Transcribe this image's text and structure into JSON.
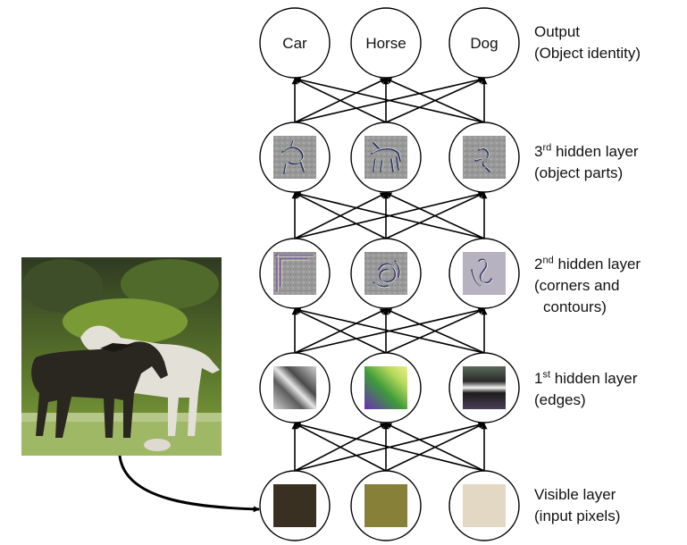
{
  "output_nodes": [
    "Car",
    "Horse",
    "Dog"
  ],
  "labels": {
    "output": {
      "line1": "Output",
      "line2": "(Object identity)"
    },
    "hidden3": {
      "ordinal": "3",
      "sup": "rd",
      "rest": " hidden layer",
      "line2": "(object parts)"
    },
    "hidden2": {
      "ordinal": "2",
      "sup": "nd",
      "rest": " hidden layer",
      "line2": "(corners and",
      "line3": "contours)"
    },
    "hidden1": {
      "ordinal": "1",
      "sup": "st",
      "rest": " hidden layer",
      "line2": "(edges)"
    },
    "visible": {
      "line1": "Visible layer",
      "line2": "(input pixels)"
    }
  },
  "pixel_colors": [
    "#3a3022",
    "#868038",
    "#e2d8c4"
  ],
  "icons": {
    "hidden3": [
      "horse-part-feature-icon",
      "horse-body-feature-icon",
      "dog-part-feature-icon"
    ],
    "hidden2": [
      "corner-feature-icon",
      "contour-feature-icon",
      "contour-feature-icon"
    ],
    "hidden1": [
      "diagonal-edge-feature-icon",
      "color-edge-feature-icon",
      "horizontal-edge-feature-icon"
    ],
    "photo": "horses-photo"
  }
}
